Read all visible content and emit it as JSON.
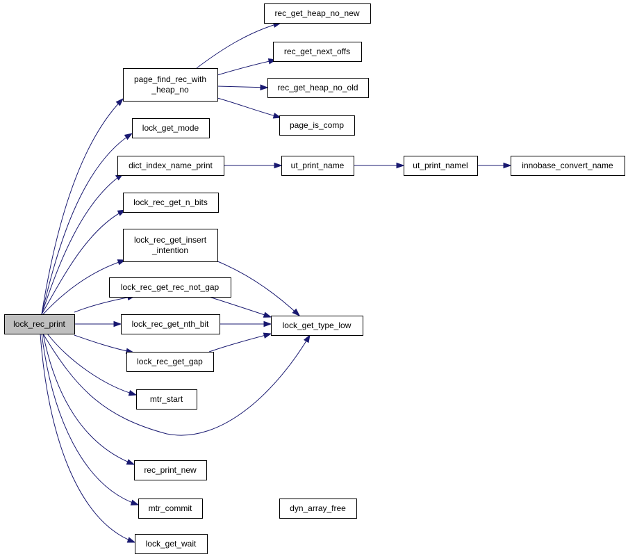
{
  "graph": {
    "edge_color": "#191970",
    "root_fill": "#bfbfbf",
    "nodes": [
      {
        "id": "lock_rec_print",
        "lines": [
          "lock_rec_print"
        ],
        "root": true
      },
      {
        "id": "page_find_rec_with_heap_no",
        "lines": [
          "page_find_rec_with",
          "_heap_no"
        ]
      },
      {
        "id": "rec_get_heap_no_new",
        "lines": [
          "rec_get_heap_no_new"
        ]
      },
      {
        "id": "rec_get_next_offs",
        "lines": [
          "rec_get_next_offs"
        ]
      },
      {
        "id": "rec_get_heap_no_old",
        "lines": [
          "rec_get_heap_no_old"
        ]
      },
      {
        "id": "page_is_comp",
        "lines": [
          "page_is_comp"
        ]
      },
      {
        "id": "lock_get_mode",
        "lines": [
          "lock_get_mode"
        ]
      },
      {
        "id": "dict_index_name_print",
        "lines": [
          "dict_index_name_print"
        ]
      },
      {
        "id": "ut_print_name",
        "lines": [
          "ut_print_name"
        ]
      },
      {
        "id": "ut_print_namel",
        "lines": [
          "ut_print_namel"
        ]
      },
      {
        "id": "innobase_convert_name",
        "lines": [
          "innobase_convert_name"
        ]
      },
      {
        "id": "lock_rec_get_n_bits",
        "lines": [
          "lock_rec_get_n_bits"
        ]
      },
      {
        "id": "lock_rec_get_insert_intention",
        "lines": [
          "lock_rec_get_insert",
          "_intention"
        ]
      },
      {
        "id": "lock_rec_get_rec_not_gap",
        "lines": [
          "lock_rec_get_rec_not_gap"
        ]
      },
      {
        "id": "lock_rec_get_nth_bit",
        "lines": [
          "lock_rec_get_nth_bit"
        ]
      },
      {
        "id": "lock_get_type_low",
        "lines": [
          "lock_get_type_low"
        ]
      },
      {
        "id": "lock_rec_get_gap",
        "lines": [
          "lock_rec_get_gap"
        ]
      },
      {
        "id": "mtr_start",
        "lines": [
          "mtr_start"
        ]
      },
      {
        "id": "rec_print_new",
        "lines": [
          "rec_print_new"
        ]
      },
      {
        "id": "mtr_commit",
        "lines": [
          "mtr_commit"
        ]
      },
      {
        "id": "dyn_array_free",
        "lines": [
          "dyn_array_free"
        ]
      },
      {
        "id": "lock_get_wait",
        "lines": [
          "lock_get_wait"
        ]
      }
    ],
    "edges": [
      {
        "from": "lock_rec_print",
        "to": "page_find_rec_with_heap_no"
      },
      {
        "from": "lock_rec_print",
        "to": "lock_get_mode"
      },
      {
        "from": "lock_rec_print",
        "to": "dict_index_name_print"
      },
      {
        "from": "lock_rec_print",
        "to": "lock_rec_get_n_bits"
      },
      {
        "from": "lock_rec_print",
        "to": "lock_rec_get_insert_intention"
      },
      {
        "from": "lock_rec_print",
        "to": "lock_rec_get_rec_not_gap"
      },
      {
        "from": "lock_rec_print",
        "to": "lock_rec_get_nth_bit"
      },
      {
        "from": "lock_rec_print",
        "to": "lock_rec_get_gap"
      },
      {
        "from": "lock_rec_print",
        "to": "mtr_start"
      },
      {
        "from": "lock_rec_print",
        "to": "lock_get_type_low"
      },
      {
        "from": "lock_rec_print",
        "to": "rec_print_new"
      },
      {
        "from": "lock_rec_print",
        "to": "mtr_commit"
      },
      {
        "from": "lock_rec_print",
        "to": "lock_get_wait"
      },
      {
        "from": "page_find_rec_with_heap_no",
        "to": "rec_get_heap_no_new"
      },
      {
        "from": "page_find_rec_with_heap_no",
        "to": "rec_get_next_offs"
      },
      {
        "from": "page_find_rec_with_heap_no",
        "to": "rec_get_heap_no_old"
      },
      {
        "from": "page_find_rec_with_heap_no",
        "to": "page_is_comp"
      },
      {
        "from": "dict_index_name_print",
        "to": "ut_print_name"
      },
      {
        "from": "ut_print_name",
        "to": "ut_print_namel"
      },
      {
        "from": "ut_print_namel",
        "to": "innobase_convert_name"
      },
      {
        "from": "lock_rec_get_insert_intention",
        "to": "lock_get_type_low"
      },
      {
        "from": "lock_rec_get_rec_not_gap",
        "to": "lock_get_type_low"
      },
      {
        "from": "lock_rec_get_nth_bit",
        "to": "lock_get_type_low"
      },
      {
        "from": "lock_rec_get_gap",
        "to": "lock_get_type_low"
      },
      {
        "from": "mtr_commit",
        "to": "dyn_array_free"
      }
    ]
  }
}
